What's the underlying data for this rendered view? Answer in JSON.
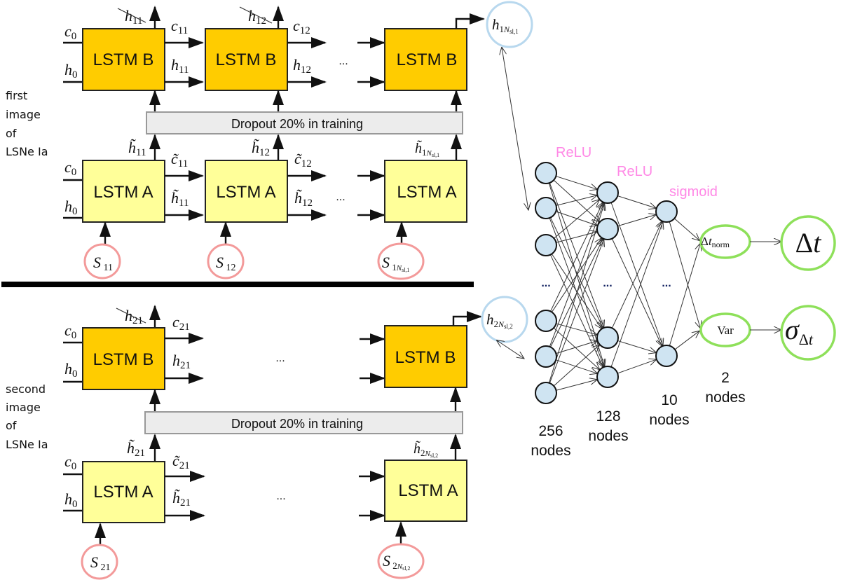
{
  "side_labels": {
    "first": [
      "first",
      "image",
      "of",
      "LSNe Ia"
    ],
    "second": [
      "second",
      "image",
      "of",
      "LSNe Ia"
    ]
  },
  "lstm": {
    "b_label": "LSTM B",
    "a_label": "LSTM A",
    "dropout_label": "Dropout 20% in training",
    "ellipsis": "..."
  },
  "first_image": {
    "b_cells": [
      {
        "c_in": "c0",
        "h_in": "h0",
        "h_up_struck": "h11",
        "c_out": "c11",
        "h_out": "h11"
      },
      {
        "h_up_struck": "h12",
        "c_out": "c12",
        "h_out": "h12"
      },
      {
        "final_output": "h1Nsl,1"
      }
    ],
    "a_cells": [
      {
        "c_in": "c0",
        "h_in": "h0",
        "h_up": "h̃11",
        "c_out": "c̃11",
        "h_out": "h̃11",
        "input": "S11"
      },
      {
        "h_up": "h̃12",
        "c_out": "c̃12",
        "h_out": "h̃12",
        "input": "S12"
      },
      {
        "h_up": "h̃1Nsl,1",
        "input": "S1Nsl,1"
      }
    ]
  },
  "second_image": {
    "b_cells": [
      {
        "c_in": "c0",
        "h_in": "h0",
        "h_up_struck": "h21",
        "c_out": "c21",
        "h_out": "h21"
      },
      {
        "final_output": "h2Nsl,2"
      }
    ],
    "a_cells": [
      {
        "c_in": "c0",
        "h_in": "h0",
        "h_up": "h̃21",
        "c_out": "c̃21",
        "h_out": "h̃21",
        "input": "S21"
      },
      {
        "h_up": "h̃2Nsl,2",
        "input": "S2Nsl,2"
      }
    ]
  },
  "network": {
    "layers": [
      {
        "activation": "ReLU",
        "count": "256",
        "unit": "nodes"
      },
      {
        "activation": "ReLU",
        "count": "128",
        "unit": "nodes"
      },
      {
        "activation": "sigmoid",
        "count": "10",
        "unit": "nodes"
      },
      {
        "activation": "",
        "count": "2",
        "unit": "nodes"
      }
    ],
    "outputs": [
      {
        "node": "Δt_norm",
        "result": "Δt"
      },
      {
        "node": "Var",
        "result": "σ_Δt"
      }
    ],
    "ellipsis": "..."
  },
  "colors": {
    "lstm_b": "#FFCC00",
    "lstm_a": "#FFFF99",
    "input_ring": "#F39A9A",
    "hidden_ring": "#B8D8EE",
    "output_ring": "#8EE05A",
    "nn_node": "#CFE4F2",
    "activation_text": "#FF88E6"
  }
}
